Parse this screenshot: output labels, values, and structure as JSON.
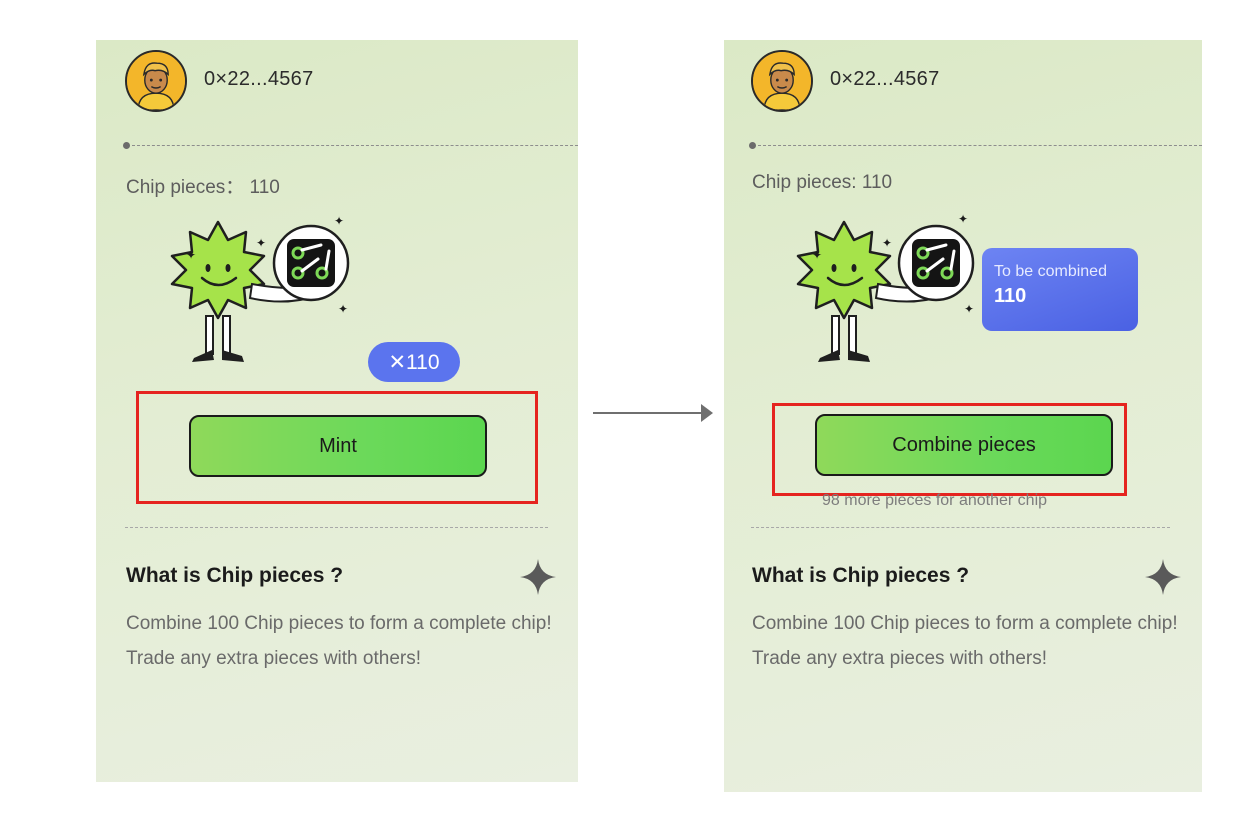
{
  "left": {
    "address": "0×22...4567",
    "chip_pieces": "Chip pieces： 110",
    "count_pill": "✕110",
    "button_label": "Mint",
    "section_title": "What is Chip pieces ?",
    "section_desc": "Combine 100 Chip pieces to form a complete chip! Trade any extra pieces with others!"
  },
  "right": {
    "address": "0×22...4567",
    "chip_pieces": "Chip pieces: 110",
    "tip_label": "To be combined",
    "tip_value": "110",
    "button_label": "Combine pieces",
    "more_pieces": "98 more pieces for another chip",
    "section_title": "What is Chip pieces ?",
    "section_desc": "Combine 100 Chip pieces to form a complete chip! Trade any extra pieces with others!"
  },
  "icons": {
    "avatar": "avatar-boy-icon",
    "mascot": "chip-mascot-icon",
    "chip": "chip-circuit-icon",
    "sparkle": "sparkle-icon",
    "arrow": "arrow-right-icon"
  },
  "colors": {
    "button_green": "#6bd95a",
    "highlight_red": "#e5241f",
    "pill_blue": "#5b74ee"
  }
}
